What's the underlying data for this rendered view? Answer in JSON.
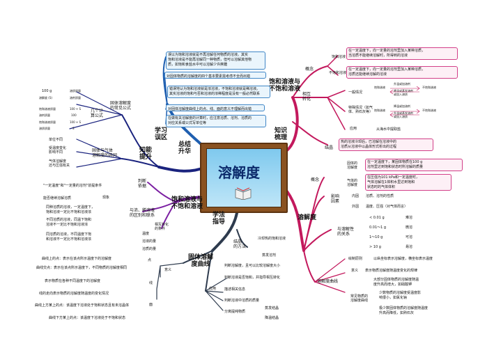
{
  "center": {
    "title": "溶解度"
  },
  "branches": {
    "b1": "饱和溶液与\n不饱和溶液",
    "b2": "知识\n梳理",
    "b3": "学习\n误区",
    "b4": "总结\n升华",
    "b5": "知能\n提升",
    "b6": "饱和溶液与\n不饱和溶液",
    "b7": "学法\n指导",
    "b8": "溶解度",
    "b9": "固体溶解\n度曲线"
  },
  "rt": {
    "gainian": "概念",
    "bhry": "饱和溶液",
    "bbhry": "不饱和溶液",
    "bhry_def": "在一定温度下，向一定量的溶剂里加入某种溶质，\n当溶质不能继续溶解时，所得到的溶液",
    "bbhry_def": "在一定温度下，向一定量的溶剂里加入某种溶质，\n溶质还能继续溶解的溶液",
    "xianghu": "相互\n转化",
    "yiban": "一般情况",
    "teshu": "特殊情况（如气\n体、熟石灰等）",
    "yingyong": "应用",
    "ybq1": "饱和溶液",
    "ybq2": "不饱和溶液",
    "ybq_a1": "升温或加溶剂",
    "ybq_a2": "降温或蒸发溶剂\n或加入溶质",
    "tsq1": "饱和溶液",
    "tsq2": "不饱和溶液",
    "tsq_a1": "降温或加溶剂",
    "tsq_a2": "升温或蒸发溶剂\n或加入溶质",
    "yy": "从海水中提取盐",
    "jiejing": "结晶",
    "jiejing_def": "热的溶液冷却后，已溶解在溶液中的\n溶质从溶液中以晶体形式析出的过程"
  },
  "rd": {
    "gn": "概念",
    "gtrjd": "固体的\n溶解度",
    "gtrjd_def": "在一定温度下，某固体物质在100 g\n溶剂里达到饱和状态时所溶解的质量",
    "qtrjd": "气体的\n溶解度",
    "qtrjd_def": "在压强为101 kPa和一定温度时，\n气体溶解在1体积水里达到饱和\n状态时的气体体积",
    "yxys": "影响\n因素",
    "nei": "内因",
    "nei_t": "溶质、溶剂的性质",
    "wai": "外因",
    "wai_t": "温度、压强（对气体而言）",
    "rjx": "与溶解性\n的关系",
    "r1": "< 0.01 g",
    "r1t": "难溶",
    "r2": "0.01～1 g",
    "r2t": "微溶",
    "r3": "1～10 g",
    "r3t": "可溶",
    "r4": "> 10 g",
    "r4t": "易溶",
    "qx": "溶解度曲线",
    "hzyl": "绘制原则",
    "hzyl_t": "以纵坐标表示溶解度，横坐标表示温度",
    "yy": "意义",
    "yy_t1": "表示物质溶解度随温度变化的规律",
    "yy_t2": "大部分固体物质的溶解度随温\n度升高而增大，如硝酸钾",
    "cj": "常见物质的\n溶解度曲线",
    "cj_t1": "少数物质的溶解度受温度影\n响很小，如氯化钠",
    "cj_t2": "极少数固体物质的溶解度随温度\n升高而降低，如熟石灰"
  },
  "lt": {
    "l1": "误以为饱和溶液就是不再溶解任何物质的溶液。其实\n饱和溶液是不能再溶解同一种物质，但可以溶解其他物\n质，如饱和食盐水中可以溶解少许蔗糖",
    "l2": "对固体物质的溶解度的四个基本要素需考虑不全而出错",
    "l3": "错误地认为饱和溶液就是浓溶液，不饱和溶液就是稀溶液。\n其实溶液的饱和与否和溶液的浓稀程度是没有一般必然联系",
    "l4": "对固体溶解度曲线上的点、线、面的意义不理解而出错",
    "l5": "在做有关溶解度的计算时，应注意溶质、溶剂、溶质的\n对应关系或公式写单位等"
  },
  "lm": {
    "gtrjd": "固体溶解度\n的常见公式",
    "jige": "几个计\n算公式",
    "f1a": "100 g",
    "f1b": "溶解度 (S)",
    "f1c": "溶质质量",
    "f1d": "溶剂质量",
    "f2a": "饱和溶液质量",
    "f2b": "溶剂质量",
    "f2c": "100 + S",
    "f2d": "100",
    "f3a": "饱和溶液质量",
    "f3b": "溶质质量",
    "f3c": "100 + S",
    "f3d": "S",
    "gtqt": "固体与气体\n溶解度的异同",
    "q1": "单位不同",
    "q2": "受温度变化\n影响不同",
    "q3": "气体溶解度\n还与压强有关"
  },
  "lb": {
    "pd": "判断\n依据",
    "pd_t": "\"一定温度\"和\"一定量的溶剂\"前提条件",
    "xx": "现象",
    "xx_t": "能否继续溶解溶质",
    "qb": "与浓、稀溶液\n的区别和联系",
    "qb_t1": "同种溶质的溶液，一定温度下，\n饱和溶液一定比不饱和溶液浓",
    "qb_t2": "不同溶质的溶液，同温下饱和\n溶液不一定比不饱和溶液浓",
    "qb_t3": "同溶质的溶液，不同温度下饱\n和溶液不一定比不饱和溶液浓",
    "xh": "相互转化\n的条件",
    "xh1": "温度",
    "xh2": "溶液的量",
    "xh3": "溶质的量",
    "dian": "点",
    "d1": "曲线上的点：表示在该点所示温度下的溶解度",
    "d2": "曲线交点：表示在该点所示温度下，不同物质的溶解度相同",
    "xian": "线",
    "x1": "表示物质在各种不同温度下的溶解度",
    "x2": "线的走向表示物质的溶解度随温度的变化情况",
    "mian": "面",
    "m1": "曲线上方某上的点：该温度下溶液处于饱和状态且有未溶晶体",
    "m2": "曲线下方某上的点：该温度下溶液处于不饱和状态",
    "yiyi": "意义",
    "jj": "结晶\n的方法",
    "jj1": "冷却热的饱和溶液",
    "jj2": "蒸发溶剂",
    "ying": "应用",
    "ap1": "判断溶解度，且可以比较溶解度大小",
    "ap2": "判断溶液是否饱和，并指导相互转化",
    "ap3": "描述相关信息",
    "ap4": "判断溶液中溶质的质量",
    "ap5": "分离提纯物质",
    "ap5a": "蒸发结晶",
    "ap5b": "降温结晶"
  }
}
